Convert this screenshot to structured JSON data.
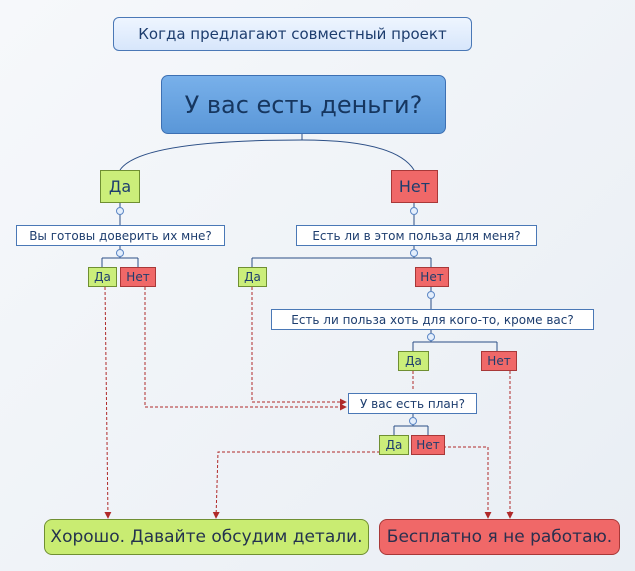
{
  "title": "Когда предлагают совместный проект",
  "root": "У вас есть деньги?",
  "yes": "Да",
  "no": "Нет",
  "q_trust": "Вы готовы доверить их мне?",
  "q_benefit_me": "Есть ли в этом польза для меня?",
  "q_benefit_anyone": "Есть ли польза хоть для кого-то, кроме вас?",
  "q_plan": "У вас есть план?",
  "result_yes": "Хорошо. Давайте обсудим детали.",
  "result_no": "Бесплатно я не работаю.",
  "colors": {
    "yes": "#cbee7a",
    "no": "#f06868",
    "root": "#5a97d8",
    "line": "#2c4f86",
    "arrow": "#b02a2a"
  }
}
